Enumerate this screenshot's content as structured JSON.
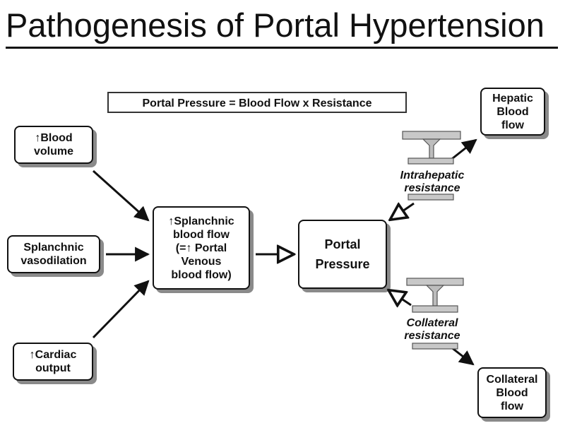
{
  "title": "Pathogenesis of Portal Hypertension",
  "equation": "Portal Pressure = Blood Flow  x  Resistance",
  "nodes": {
    "blood_volume": {
      "l1": "↑Blood",
      "l2": "volume"
    },
    "splanchnic_vasodilation": {
      "l1": "Splanchnic",
      "l2": "vasodilation"
    },
    "cardiac_output": {
      "l1": "↑Cardiac",
      "l2": "output"
    },
    "splanchnic_flow": {
      "l1": "↑Splanchnic",
      "l2": "blood flow",
      "l3": "(=↑ Portal",
      "l4": "Venous",
      "l5": "blood flow)"
    },
    "portal_pressure": {
      "l1": "Portal",
      "l2": "Pressure"
    },
    "hepatic_flow": {
      "l1": "Hepatic",
      "l2": "Blood",
      "l3": "flow"
    },
    "collateral_flow": {
      "l1": "Collateral",
      "l2": "Blood",
      "l3": "flow"
    }
  },
  "resistances": {
    "intrahepatic": {
      "l1": "Intrahepatic",
      "l2": "resistance"
    },
    "collateral": {
      "l1": "Collateral",
      "l2": "resistance"
    }
  },
  "colors": {
    "line": "#111111",
    "shadow": "#8a8a8a",
    "valve_fill": "#c8c8c8"
  }
}
